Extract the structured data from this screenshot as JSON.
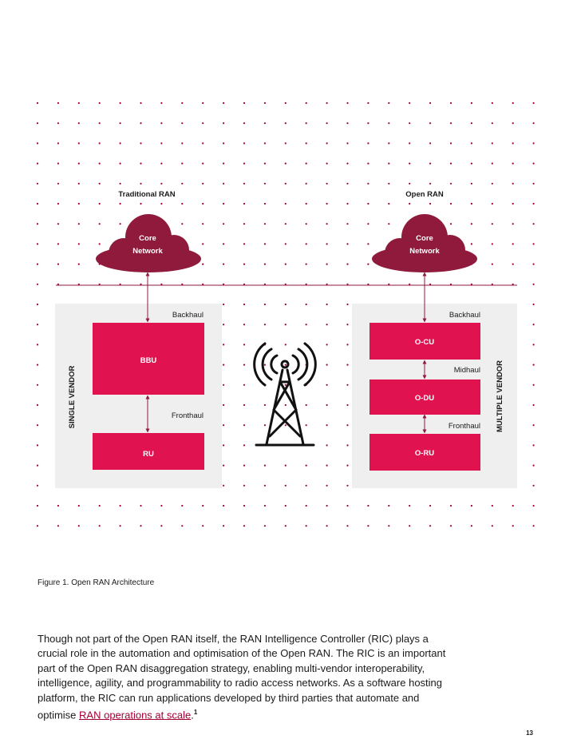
{
  "figure": {
    "traditional": {
      "title": "Traditional RAN",
      "core_line1": "Core",
      "core_line2": "Network",
      "backhaul": "Backhaul",
      "bbu": "BBU",
      "fronthaul": "Fronthaul",
      "ru": "RU",
      "vendor": "SINGLE VENDOR"
    },
    "open": {
      "title": "Open RAN",
      "core_line1": "Core",
      "core_line2": "Network",
      "backhaul": "Backhaul",
      "ocu": "O-CU",
      "midhaul": "Midhaul",
      "odu": "O-DU",
      "fronthaul": "Fronthaul",
      "oru": "O-RU",
      "vendor": "MULTIPLE VENDOR"
    },
    "icons": {
      "tower": "radio-tower-icon",
      "cloud": "cloud-icon"
    },
    "colors": {
      "accent": "#e0124f",
      "cloud": "#8f1a3b",
      "line": "#8f1a3b",
      "panel": "#efefef",
      "dots": "#a50034"
    }
  },
  "caption": "Figure 1. Open RAN Architecture",
  "body": {
    "text_before_link": "Though not part of the Open RAN itself, the RAN Intelligence Controller (RIC) plays a crucial role in the automation and optimisation of the Open RAN. The RIC is an important part of the Open RAN disaggregation strategy, enabling multi-vendor interoperability, intelligence, agility, and programmability to radio access networks. As a software hosting platform, the RIC can run applications developed by third parties that automate and optimise ",
    "link_text": "RAN operations at scale",
    "text_after_link": ".",
    "footnote": "1"
  },
  "page_number": "13"
}
